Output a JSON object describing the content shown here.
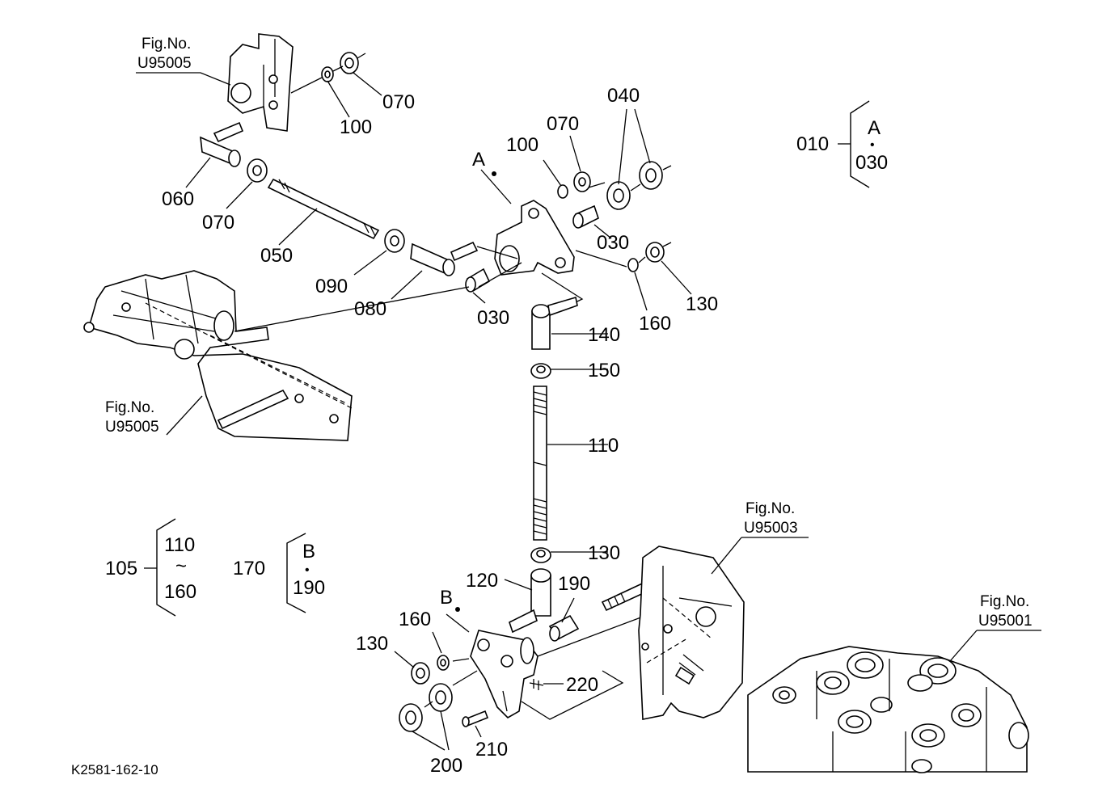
{
  "drawing_code": "K2581-162-10",
  "fig_refs": [
    {
      "label": "Fig.No.",
      "number": "U95005"
    },
    {
      "label": "Fig.No.",
      "number": "U95005"
    },
    {
      "label": "Fig.No.",
      "number": "U95003"
    },
    {
      "label": "Fig.No.",
      "number": "U95001"
    }
  ],
  "callouts": [
    "070",
    "100",
    "060",
    "070",
    "050",
    "090",
    "080",
    "030",
    "100",
    "070",
    "040",
    "030",
    "160",
    "130",
    "140",
    "150",
    "110",
    "130",
    "120",
    "190",
    "160",
    "130",
    "220",
    "210",
    "200"
  ],
  "ref_points": [
    "A",
    "B"
  ],
  "groups": [
    {
      "num": "010",
      "from": "A",
      "sep": "•",
      "to": "030"
    },
    {
      "num": "105",
      "from": "110",
      "sep": "~",
      "to": "160"
    },
    {
      "num": "170",
      "from": "B",
      "sep": "•",
      "to": "190"
    }
  ]
}
